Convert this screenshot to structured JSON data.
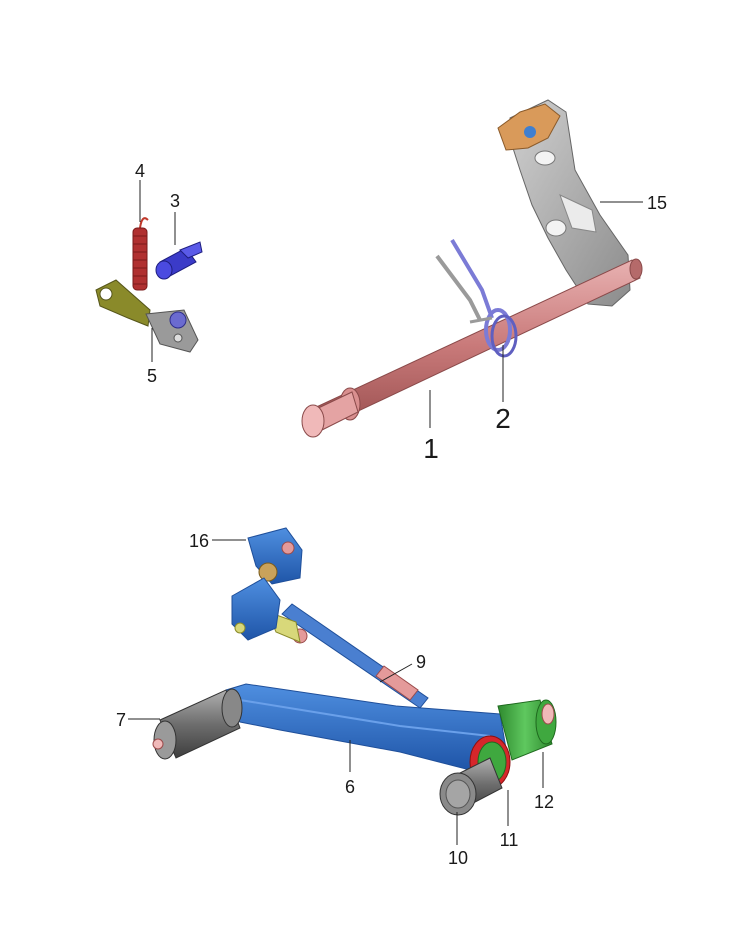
{
  "diagram": {
    "callouts": [
      {
        "id": "1",
        "text": "1"
      },
      {
        "id": "2",
        "text": "2"
      },
      {
        "id": "3",
        "text": "3"
      },
      {
        "id": "4",
        "text": "4"
      },
      {
        "id": "5",
        "text": "5"
      },
      {
        "id": "6",
        "text": "6"
      },
      {
        "id": "7",
        "text": "7"
      },
      {
        "id": "9",
        "text": "9"
      },
      {
        "id": "10",
        "text": "10"
      },
      {
        "id": "11",
        "text": "11"
      },
      {
        "id": "12",
        "text": "12"
      },
      {
        "id": "15",
        "text": "15"
      },
      {
        "id": "16",
        "text": "16"
      }
    ],
    "colors": {
      "shaft": "#c97a7a",
      "shift_plate": "#a8a8a8",
      "plate_tip": "#d99a5a",
      "spring_wire": "#7b7bd6",
      "return_spring": "#c0392b",
      "bolt": "#3b3bc8",
      "pedal_arm": "#2f6fc4",
      "foot_peg": "#7a7a7a",
      "bushing_green": "#3fa83f",
      "seal_red": "#d6262b"
    }
  }
}
